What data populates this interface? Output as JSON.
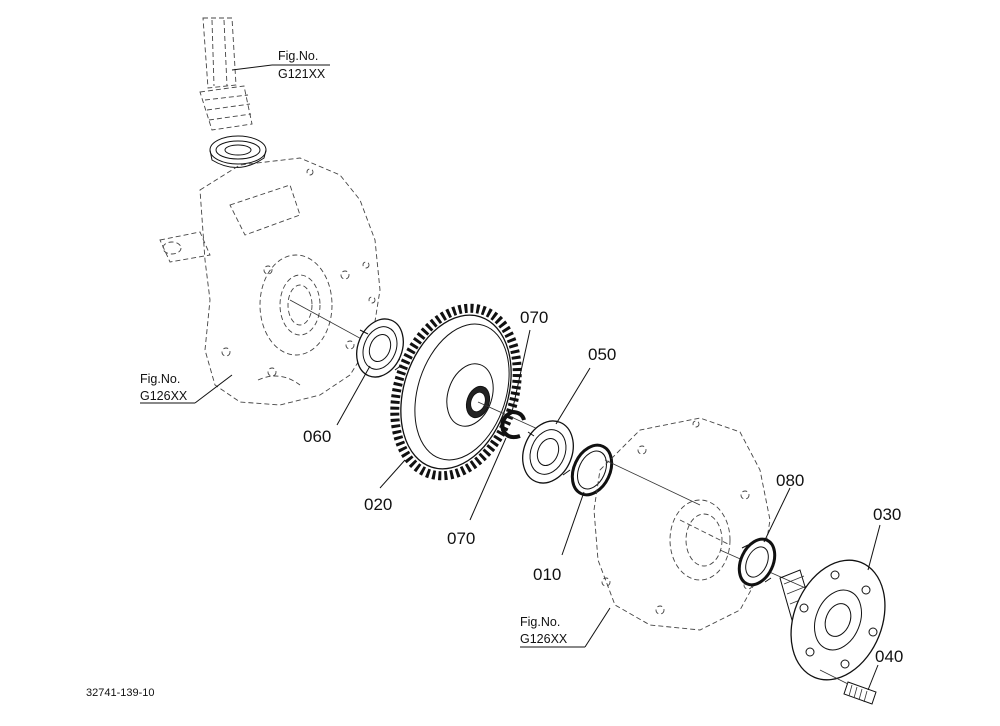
{
  "parts": {
    "p060": "060",
    "p020": "020",
    "p070a": "070",
    "p070b": "070",
    "p050": "050",
    "p010": "010",
    "p080": "080",
    "p030": "030",
    "p040": "040"
  },
  "refs": {
    "top": {
      "line1": "Fig.No.",
      "line2": "G121XX"
    },
    "left": {
      "line1": "Fig.No.",
      "line2": "G126XX"
    },
    "bottom": {
      "line1": "Fig.No.",
      "line2": "G126XX"
    }
  },
  "doc_number": "32741-139-10"
}
